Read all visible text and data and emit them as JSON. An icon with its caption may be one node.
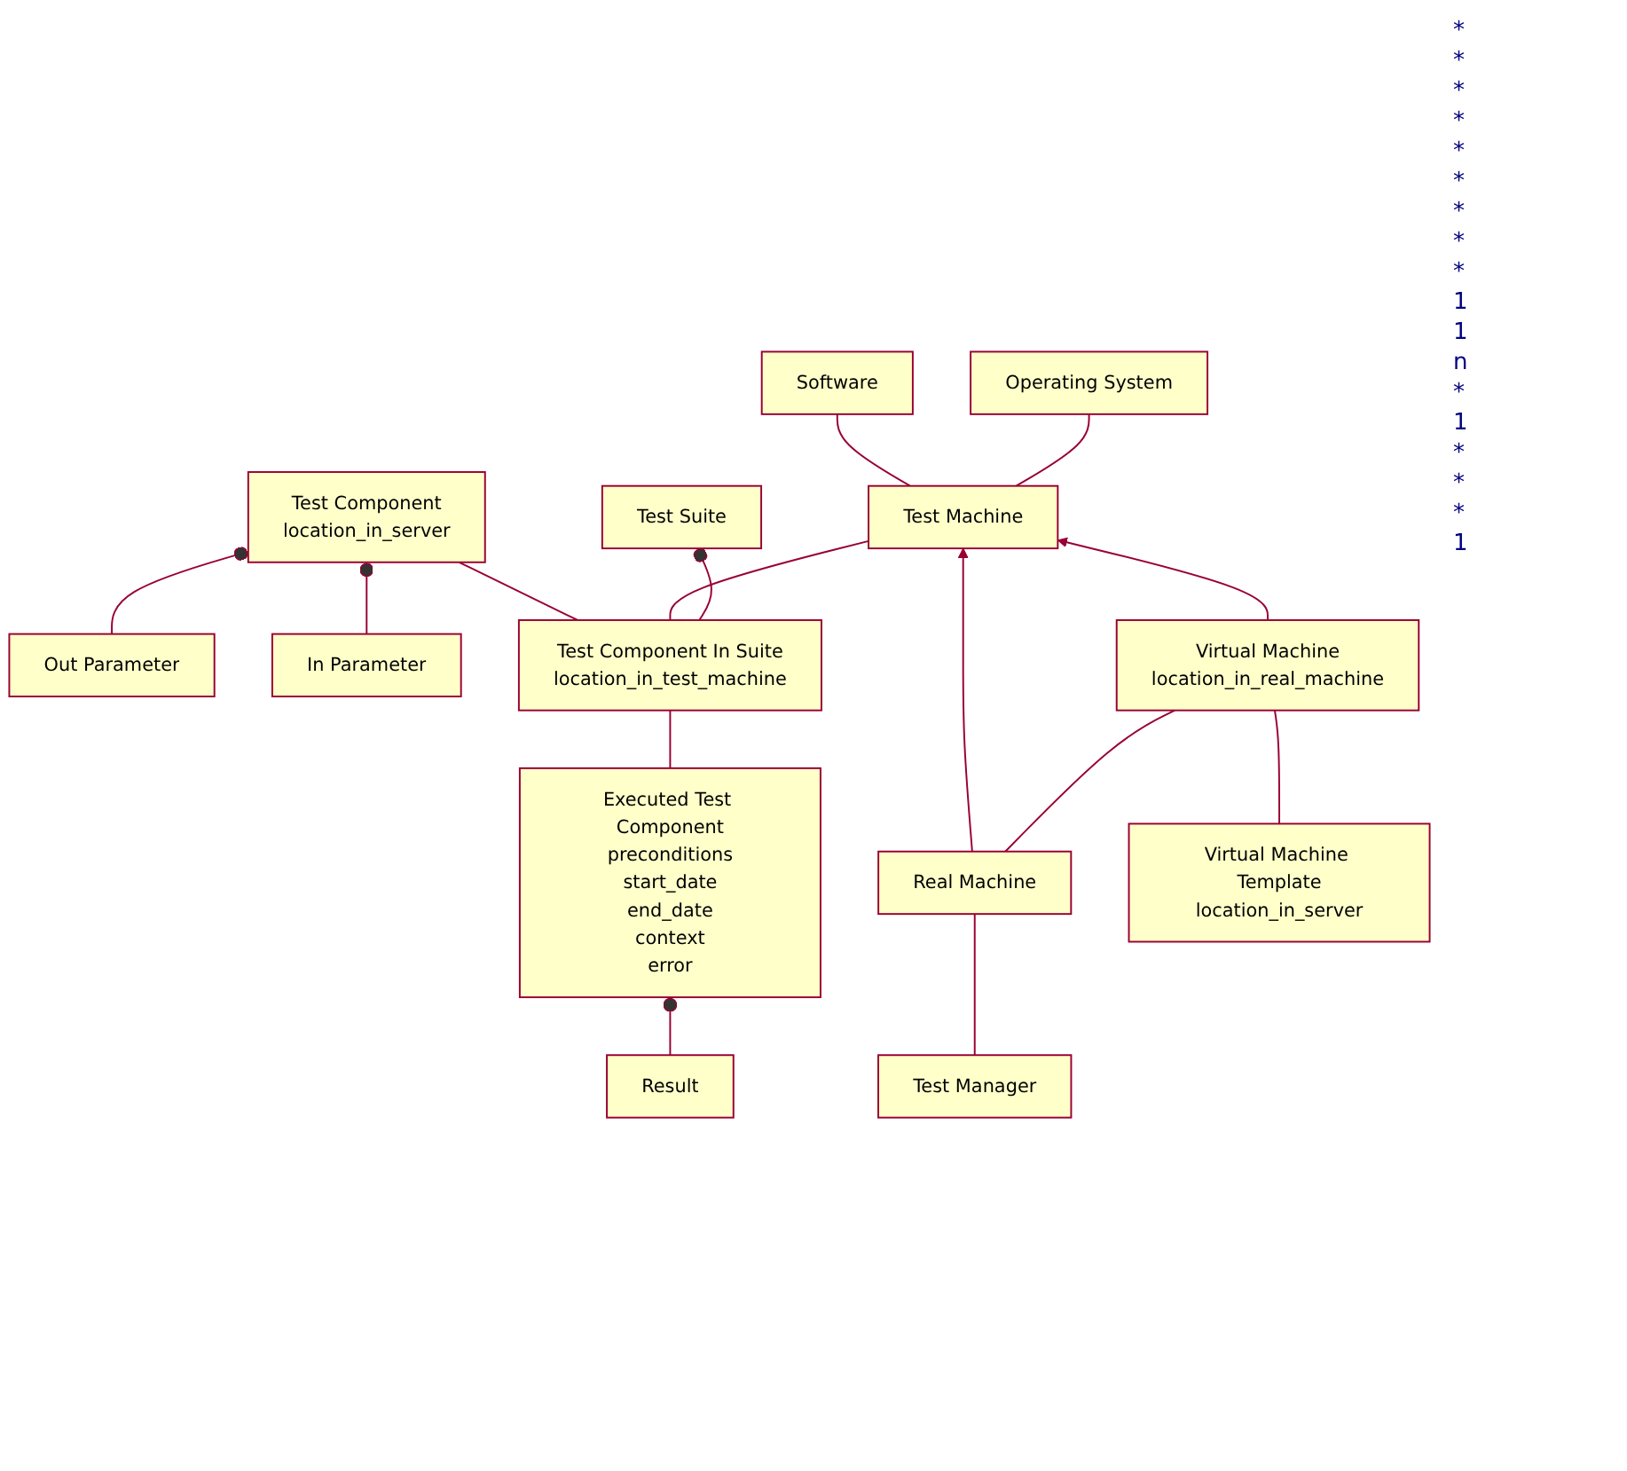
{
  "diagram": {
    "nodes": [
      {
        "text": [
          "Test Component",
          "location_in_server"
        ]
      },
      {
        "text": [
          "Out Parameter"
        ]
      },
      {
        "text": [
          "In Parameter"
        ]
      },
      {
        "text": [
          "Software"
        ]
      },
      {
        "text": [
          "Operating System"
        ]
      },
      {
        "text": [
          "Test Component In Suite",
          "location_in_test_machine"
        ]
      },
      {
        "text": [
          "Test Machine"
        ]
      },
      {
        "text": [
          "Test Suite"
        ]
      },
      {
        "text": [
          "Real Machine"
        ]
      },
      {
        "text": [
          "Virtual Machine",
          "location_in_real_machine"
        ]
      },
      {
        "text": [
          "Executed Test Component",
          "preconditions",
          "start_date",
          "end_date",
          "context",
          "error"
        ]
      },
      {
        "text": [
          "Test Manager"
        ]
      },
      {
        "text": [
          "Virtual Machine Template",
          "location_in_server"
        ]
      },
      {
        "text": [
          "Result"
        ]
      }
    ],
    "edges": [
      {
        "from": 1,
        "to": 0,
        "arrow": "other"
      },
      {
        "from": 2,
        "to": 0,
        "arrow": "other"
      },
      {
        "from": 0,
        "to": 5,
        "arrow": "none"
      },
      {
        "from": 3,
        "to": 6,
        "arrow": "none"
      },
      {
        "from": 4,
        "to": 6,
        "arrow": "none"
      },
      {
        "from": 5,
        "to": 6,
        "arrow": "none"
      },
      {
        "from": 5,
        "to": 7,
        "arrow": "other"
      },
      {
        "from": 5,
        "to": 10,
        "arrow": "none"
      },
      {
        "from": 8,
        "to": 6,
        "arrow": "to"
      },
      {
        "from": 9,
        "to": 6,
        "arrow": "to"
      },
      {
        "from": 8,
        "to": 9,
        "arrow": "none"
      },
      {
        "from": 8,
        "to": 11,
        "arrow": "none"
      },
      {
        "from": 9,
        "to": 12,
        "arrow": "none"
      },
      {
        "from": 13,
        "to": 10,
        "arrow": "other"
      }
    ],
    "labels": [
      "*",
      "*",
      "*",
      "*",
      "*",
      "*",
      "*",
      "*",
      "*",
      "1",
      "1",
      "n",
      "*",
      "1",
      "*",
      "*",
      "*",
      "1"
    ]
  }
}
